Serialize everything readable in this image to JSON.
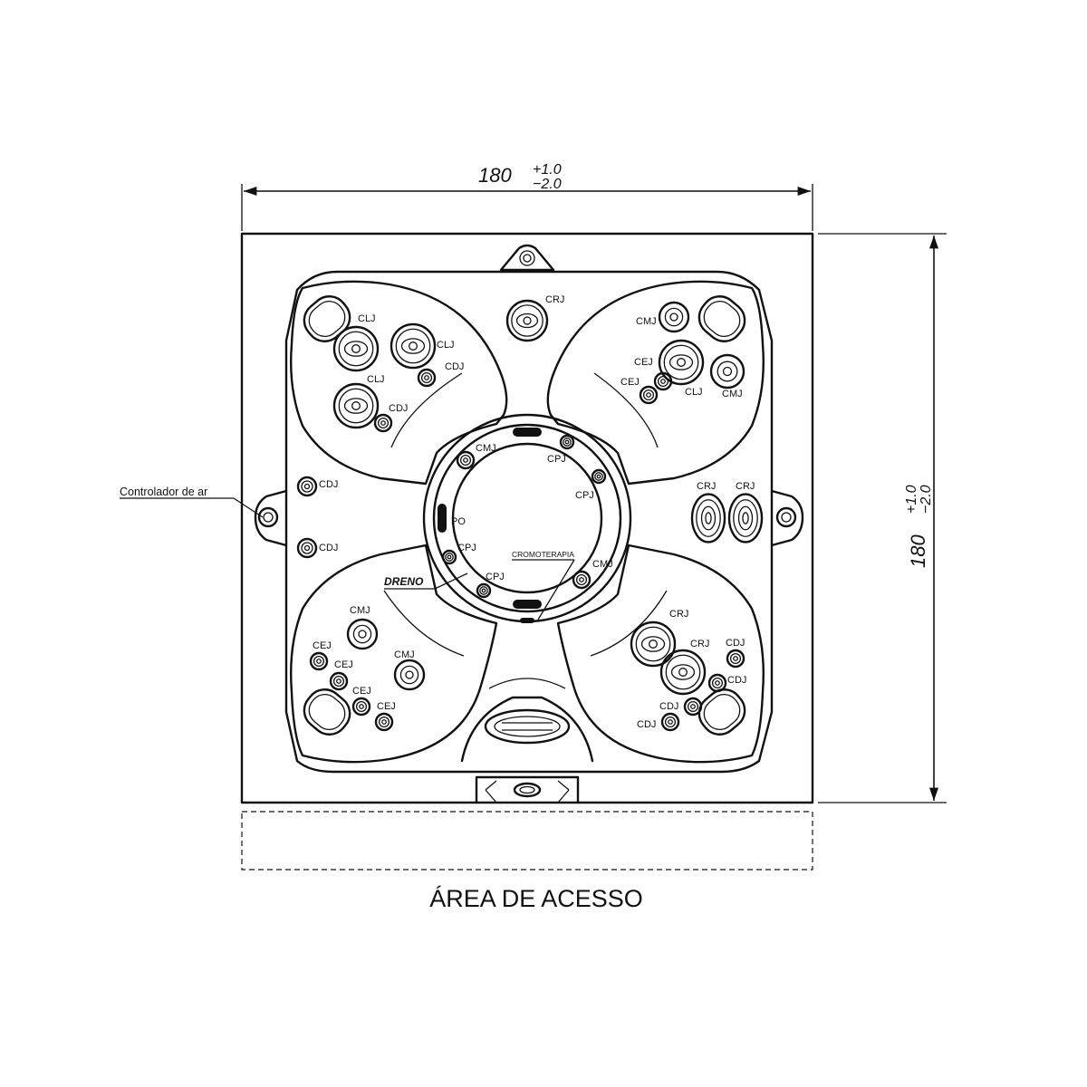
{
  "dimensions": {
    "width": {
      "value": "180",
      "tol_plus": "+1.0",
      "tol_minus": "−2.0"
    },
    "height": {
      "value": "180",
      "tol_plus": "+1.0",
      "tol_minus": "−2.0"
    }
  },
  "annotations": {
    "air_controller": "Controlador de ar",
    "drain": "DRENO",
    "chromotherapy": "CROMOTERAPIA",
    "access_area": "ÁREA DE ACESSO",
    "po": "PO"
  },
  "jets": [
    {
      "id": "crj-top",
      "label": "CRJ"
    },
    {
      "id": "clj-1",
      "label": "CLJ"
    },
    {
      "id": "clj-2",
      "label": "CLJ"
    },
    {
      "id": "clj-3",
      "label": "CLJ"
    },
    {
      "id": "cdj-tl-1",
      "label": "CDJ"
    },
    {
      "id": "cdj-tl-2",
      "label": "CDJ"
    },
    {
      "id": "cmj-tr-1",
      "label": "CMJ"
    },
    {
      "id": "cej-tr-1",
      "label": "CEJ"
    },
    {
      "id": "cej-tr-2",
      "label": "CEJ"
    },
    {
      "id": "clj-tr",
      "label": "CLJ"
    },
    {
      "id": "cmj-tr-2",
      "label": "CMJ"
    },
    {
      "id": "cdj-left-1",
      "label": "CDJ"
    },
    {
      "id": "cdj-left-2",
      "label": "CDJ"
    },
    {
      "id": "crj-right-1",
      "label": "CRJ"
    },
    {
      "id": "crj-right-2",
      "label": "CRJ"
    },
    {
      "id": "cmj-center-1",
      "label": "CMJ"
    },
    {
      "id": "cpj-1",
      "label": "CPJ"
    },
    {
      "id": "cpj-2",
      "label": "CPJ"
    },
    {
      "id": "cpj-3",
      "label": "CPJ"
    },
    {
      "id": "cpj-4",
      "label": "CPJ"
    },
    {
      "id": "cmj-center-2",
      "label": "CMJ"
    },
    {
      "id": "cmj-bl-1",
      "label": "CMJ"
    },
    {
      "id": "cmj-bl-2",
      "label": "CMJ"
    },
    {
      "id": "cej-bl-1",
      "label": "CEJ"
    },
    {
      "id": "cej-bl-2",
      "label": "CEJ"
    },
    {
      "id": "cej-bl-3",
      "label": "CEJ"
    },
    {
      "id": "cej-bl-4",
      "label": "CEJ"
    },
    {
      "id": "crj-br-1",
      "label": "CRJ"
    },
    {
      "id": "crj-br-2",
      "label": "CRJ"
    },
    {
      "id": "cdj-br-1",
      "label": "CDJ"
    },
    {
      "id": "cdj-br-2",
      "label": "CDJ"
    },
    {
      "id": "cdj-br-3",
      "label": "CDJ"
    },
    {
      "id": "cdj-br-4",
      "label": "CDJ"
    }
  ]
}
